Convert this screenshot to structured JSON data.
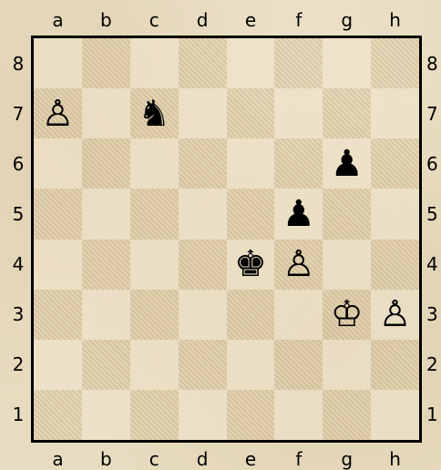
{
  "board": {
    "files": [
      "a",
      "b",
      "c",
      "d",
      "e",
      "f",
      "g",
      "h"
    ],
    "ranks": [
      "8",
      "7",
      "6",
      "5",
      "4",
      "3",
      "2",
      "1"
    ],
    "pieces": [
      {
        "square": "a7",
        "color": "white",
        "piece": "pawn",
        "glyph": "♙"
      },
      {
        "square": "c7",
        "color": "black",
        "piece": "knight",
        "glyph": "♞"
      },
      {
        "square": "g6",
        "color": "black",
        "piece": "pawn",
        "glyph": "♟"
      },
      {
        "square": "f5",
        "color": "black",
        "piece": "pawn",
        "glyph": "♟"
      },
      {
        "square": "e4",
        "color": "black",
        "piece": "king",
        "glyph": "♚"
      },
      {
        "square": "f4",
        "color": "white",
        "piece": "pawn",
        "glyph": "♙"
      },
      {
        "square": "g3",
        "color": "white",
        "piece": "king",
        "glyph": "♔"
      },
      {
        "square": "h3",
        "color": "white",
        "piece": "pawn",
        "glyph": "♙"
      }
    ]
  },
  "colors": {
    "frame": "#000000",
    "background": "#e8dcc0"
  }
}
